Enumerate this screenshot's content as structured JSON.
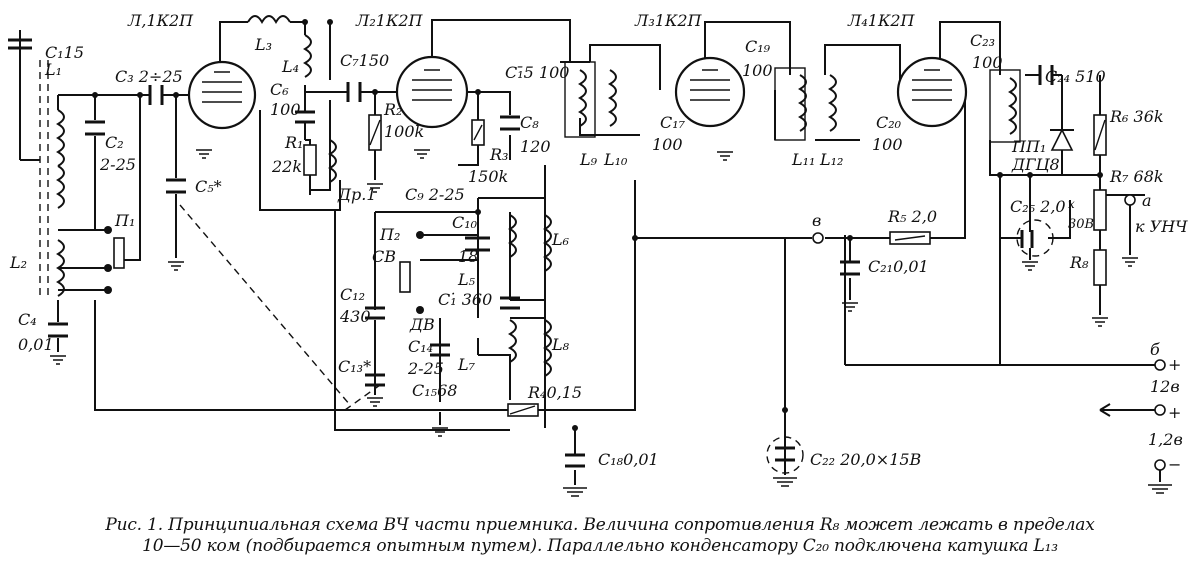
{
  "tubes": [
    "Л,1К2П",
    "Л₂1К2П",
    "Л₃1К2П",
    "Л₄1К2П"
  ],
  "capacitors": {
    "c1": "С₁15",
    "c3": "С₃ 2÷25",
    "c2a": "С₂",
    "c2b": "2-25",
    "c4a": "С₄",
    "c4b": "0,01",
    "c5": "С₅*",
    "c6a": "С₆",
    "c6b": "100",
    "c7": "С₇150",
    "c8a": "С₈",
    "c8b": "120",
    "c9": "С₉ 2-25",
    "c10": "С₁₀",
    "c10v": "18",
    "c11": "С₁̇ 360",
    "c12a": "С₁₂",
    "c12b": "430",
    "c13": "С₁₃*",
    "c14a": "С₁₄",
    "c14b": "2-25",
    "c15": "С₁₅68",
    "c15b": "С₁̄5 100",
    "c17a": "С₁₇",
    "c17b": "100",
    "c18": "С₁₈0,01",
    "c19a": "С₁₉",
    "c19b": "100",
    "c20a": "С₂₀",
    "c20b": "100",
    "c21": "С₂₁0,01",
    "c22": "С₂₂ 20,0×15В",
    "c23a": "С₂₃",
    "c23b": "100",
    "c24": "С₂₄ 510",
    "c25": "С₂₅ 2,0"
  },
  "inductors": {
    "l1": "L₁",
    "l2": "L₂",
    "l3": "L₃",
    "l4": "L₄",
    "l5": "L₅",
    "l6": "L₆",
    "l7": "L₇",
    "l8": "L₈",
    "l9": "L₉",
    "l10": "L₁₀",
    "l11": "L₁₁",
    "l12": "L₁₂",
    "dr1": "Др.1"
  },
  "resistors": {
    "r1a": "R₁",
    "r1b": "22k",
    "r2a": "R₂",
    "r2b": "100k",
    "r3a": "R₃",
    "r3b": "150k",
    "r4": "R₄0,15",
    "r5": "R₅ 2,0",
    "r6": "R₆ 36k",
    "r7": "R₇ 68k",
    "r8": "R₈"
  },
  "switches": {
    "p1": "П₁",
    "p2": "П₂",
    "sv": "СВ",
    "dv": "ДВ"
  },
  "misc": {
    "diode": "ПП₁",
    "diode_type": "ДГЦ8",
    "x": "х",
    "x_val": "30В",
    "node_v": "в",
    "node_a": "а",
    "to_ulf": "к УНЧ"
  },
  "power": {
    "b": "б",
    "v12": "12в",
    "v1_2": "1,2в",
    "plus": "+",
    "minus": "−"
  },
  "caption": {
    "line1": "Рис. 1. Принципиальная схема ВЧ части приемника. Величина сопротивления R₈ может лежать в пределах",
    "line2": "10—50 ком (подбирается опытным путем). Параллельно конденсатору С₂₀ подключена катушка L₁₃"
  }
}
